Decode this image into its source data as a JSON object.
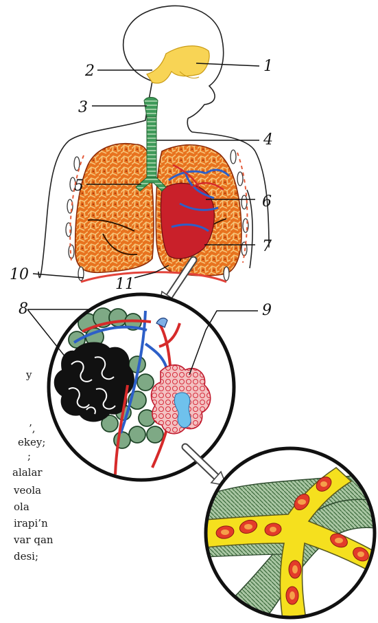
{
  "labels": [
    "1",
    "2",
    "3",
    "4",
    "5",
    "6",
    "7",
    "8",
    "9",
    "10",
    "11"
  ],
  "side_text": [
    "y",
    "’,",
    "ekey;",
    ";",
    "alalar",
    "veola",
    "ola",
    "irapi’n",
    "var  qan",
    "desi;"
  ]
}
